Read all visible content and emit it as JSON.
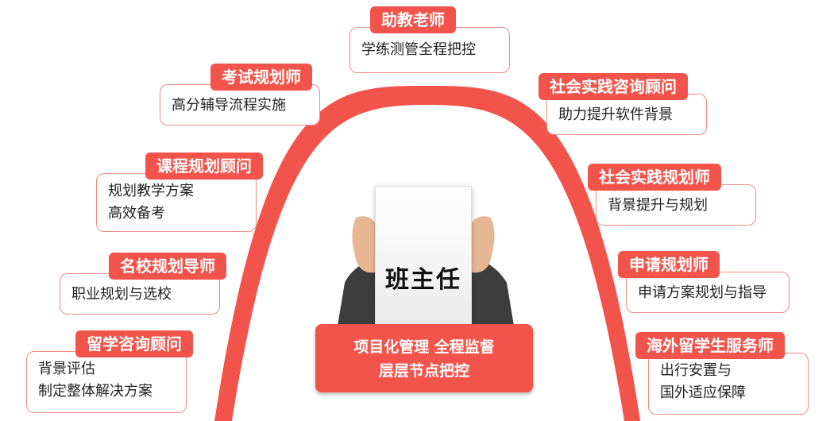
{
  "colors": {
    "accent": "#f2544b",
    "border": "#f08c84",
    "text": "#222222"
  },
  "center": {
    "title": "班主任",
    "banner_line1": "项目化管理  全程监督",
    "banner_line2": "层层节点把控"
  },
  "roles": [
    {
      "title": "助教老师",
      "lines": [
        "学练测管全程把控"
      ]
    },
    {
      "title": "考试规划师",
      "lines": [
        "高分辅导流程实施"
      ]
    },
    {
      "title": "课程规划顾问",
      "lines": [
        "规划教学方案",
        "高效备考"
      ]
    },
    {
      "title": "名校规划导师",
      "lines": [
        "职业规划与选校"
      ]
    },
    {
      "title": "留学咨询顾问",
      "lines": [
        "背景评估",
        "制定整体解决方案"
      ]
    },
    {
      "title": "社会实践咨询顾问",
      "lines": [
        "助力提升软件背景"
      ]
    },
    {
      "title": "社会实践规划师",
      "lines": [
        "背景提升与规划"
      ]
    },
    {
      "title": "申请规划师",
      "lines": [
        "申请方案规划与指导"
      ]
    },
    {
      "title": "海外留学生服务师",
      "lines": [
        "出行安置与",
        "国外适应保障"
      ]
    }
  ]
}
